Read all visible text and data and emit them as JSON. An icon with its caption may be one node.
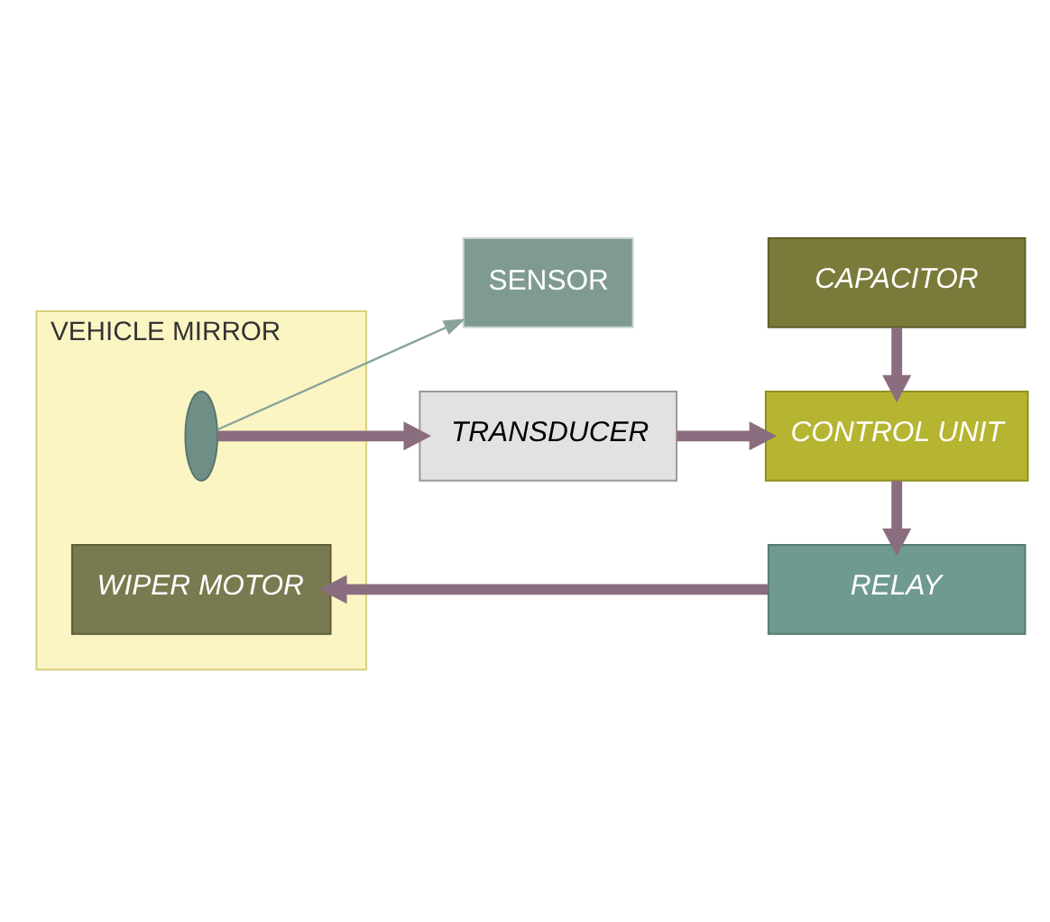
{
  "diagram": {
    "nodes": [
      {
        "text": [
          "VEHICLE MIRROR"
        ]
      },
      {
        "text": [],
        "shape": "ellipse",
        "in": 0
      },
      {
        "text": [
          "SENSOR"
        ]
      },
      {
        "text": [
          "TRANSDUCER"
        ]
      },
      {
        "text": [
          "CAPACITOR"
        ]
      },
      {
        "text": [
          "CONTROL UNIT"
        ]
      },
      {
        "text": [
          "RELAY"
        ]
      },
      {
        "text": [
          "WIPER MOTOR"
        ],
        "in": 0
      }
    ],
    "edges": [
      {
        "from": 1,
        "to": 2,
        "arrow": "to",
        "color": "#8aa39c"
      },
      {
        "from": 1,
        "to": 3,
        "arrow": "to"
      },
      {
        "from": 3,
        "to": 5,
        "arrow": "to"
      },
      {
        "from": 4,
        "to": 5,
        "arrow": "to"
      },
      {
        "from": 5,
        "to": 6,
        "arrow": "to"
      },
      {
        "from": 6,
        "to": 7,
        "arrow": "to"
      }
    ]
  }
}
